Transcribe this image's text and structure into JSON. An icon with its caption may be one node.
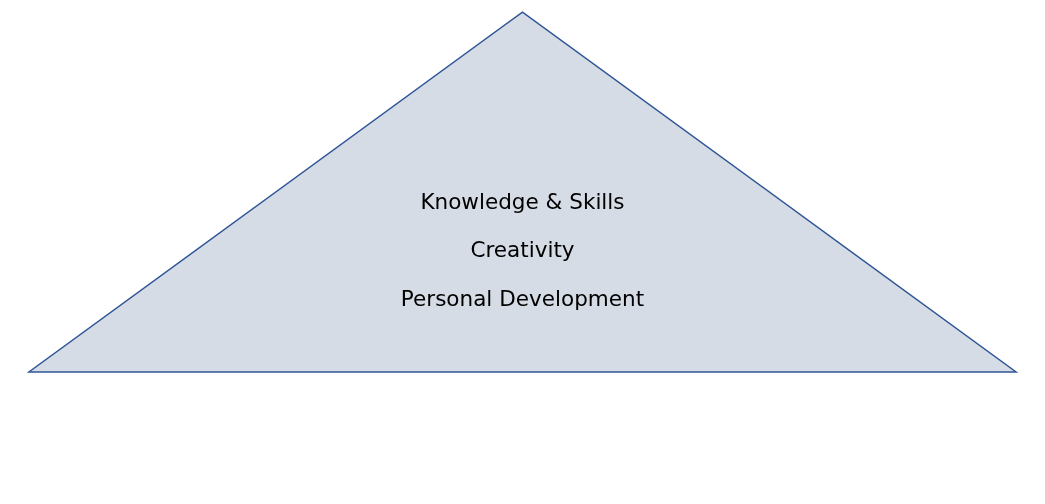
{
  "diagram": {
    "nodes": [
      {
        "text": [
          "Knowledge & Skills",
          "Creativity",
          "Personal Development"
        ]
      }
    ]
  }
}
